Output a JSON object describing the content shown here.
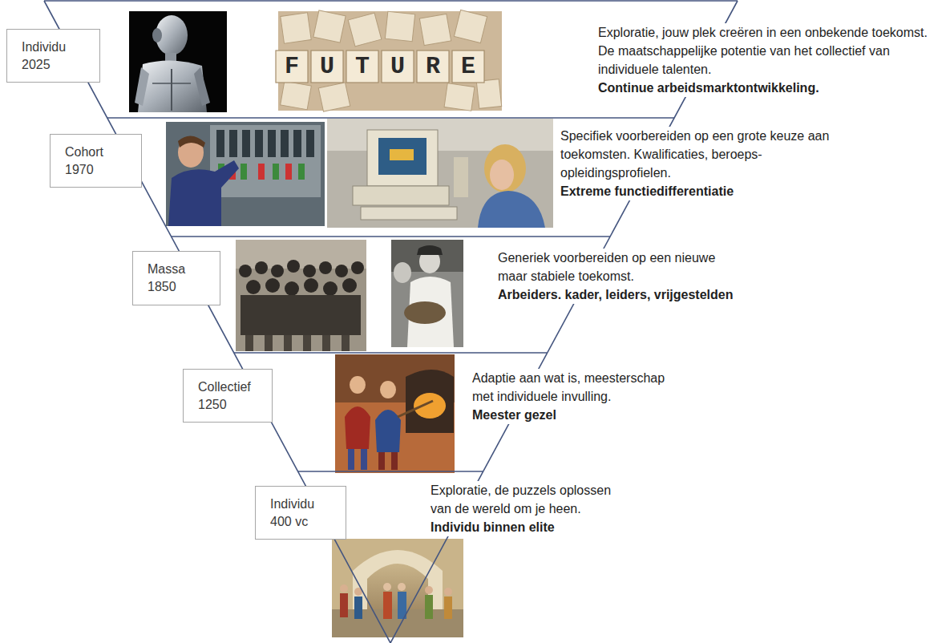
{
  "diagram": {
    "nodes": [
      {
        "text": [
          "Individu 2025"
        ]
      },
      {
        "text": [
          "Cohort 1970"
        ]
      },
      {
        "text": [
          "Massa 1850"
        ]
      },
      {
        "text": [
          "Collectief 1250"
        ]
      },
      {
        "text": [
          "Individu 400 vc"
        ]
      }
    ],
    "labels": [
      "FUTURE",
      "Exploratie, jouw plek creëren in een onbekende toekomst. De maatschappelijke potentie van het collectief van individuele talenten.",
      "Continue arbeidsmarktontwikkeling.",
      "Specifiek voorbereiden op een grote keuze aan toekomsten. Kwalificaties, beroeps- opleidingsprofielen.",
      "Extreme functiedifferentiatie",
      "Generiek voorbereiden op een nieuwe maar stabiele toekomst.",
      "Arbeiders. kader, leiders, vrijgestelden",
      "Adaptie aan wat is, meesterschap met individuele invulling.",
      "Meester gezel",
      "Exploratie, de puzzels oplossen van de wereld om je heen.",
      "Individu binnen elite"
    ]
  }
}
